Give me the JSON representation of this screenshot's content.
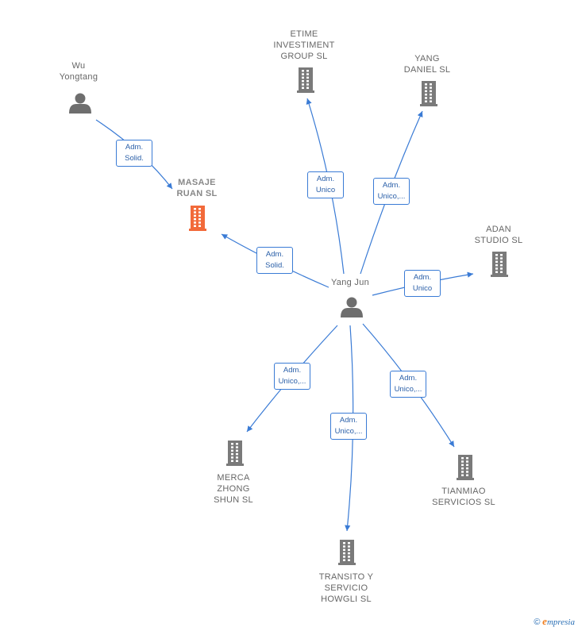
{
  "colors": {
    "edge": "#3a7bd5",
    "company": "#7a7a7a",
    "focus_company": "#f26a3a",
    "person": "#6e6e6e"
  },
  "nodes": [
    {
      "id": "wu",
      "kind": "person",
      "label": "Wu\nYongtang"
    },
    {
      "id": "masaje",
      "kind": "company-focus",
      "label": "MASAJE\nRUAN  SL"
    },
    {
      "id": "etime",
      "kind": "company",
      "label": "ETIME\nINVESTIMENT\nGROUP  SL"
    },
    {
      "id": "yangd",
      "kind": "company",
      "label": "YANG\nDANIEL  SL"
    },
    {
      "id": "adan",
      "kind": "company",
      "label": "ADAN\nSTUDIO  SL"
    },
    {
      "id": "yangjun",
      "kind": "person",
      "label": "Yang Jun"
    },
    {
      "id": "merca",
      "kind": "company",
      "label": "MERCA\nZHONG\nSHUN  SL"
    },
    {
      "id": "transito",
      "kind": "company",
      "label": "TRANSITO Y\nSERVICIO\nHOWGLI SL"
    },
    {
      "id": "tianmiao",
      "kind": "company",
      "label": "TIANMIAO\nSERVICIOS  SL"
    }
  ],
  "edges": [
    {
      "from": "wu",
      "to": "masaje",
      "label": "Adm.\nSolid."
    },
    {
      "from": "yangjun",
      "to": "masaje",
      "label": "Adm.\nSolid."
    },
    {
      "from": "yangjun",
      "to": "etime",
      "label": "Adm.\nUnico"
    },
    {
      "from": "yangjun",
      "to": "yangd",
      "label": "Adm.\nUnico,..."
    },
    {
      "from": "yangjun",
      "to": "adan",
      "label": "Adm.\nUnico"
    },
    {
      "from": "yangjun",
      "to": "merca",
      "label": "Adm.\nUnico,..."
    },
    {
      "from": "yangjun",
      "to": "transito",
      "label": "Adm.\nUnico,..."
    },
    {
      "from": "yangjun",
      "to": "tianmiao",
      "label": "Adm.\nUnico,..."
    }
  ],
  "footer": {
    "copyright": "©",
    "brand_e": "e",
    "brand_rest": "mpresia"
  }
}
